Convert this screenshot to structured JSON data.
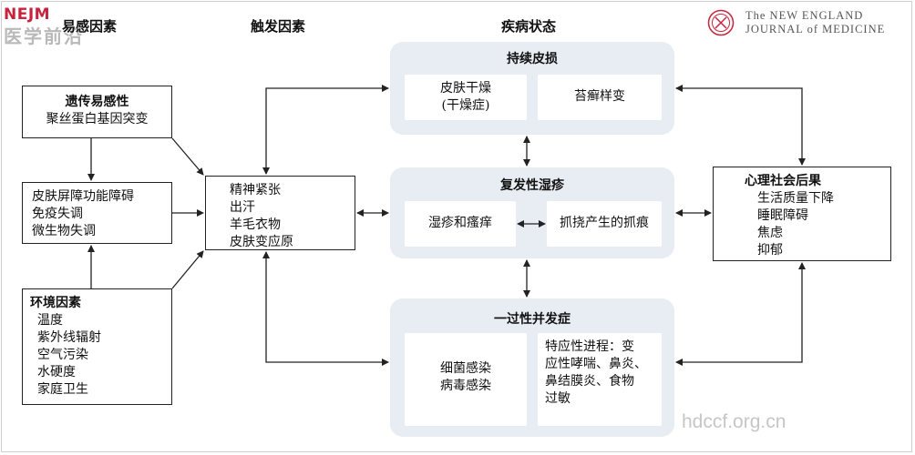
{
  "branding": {
    "logo_top": "NEJM",
    "logo_bottom": "医学前沿",
    "journal_line1": "The NEW ENGLAND",
    "journal_line2": "JOURNAL of MEDICINE",
    "watermark": "hdccf.org.cn"
  },
  "headers": {
    "predisposing": "易感因素",
    "triggers": "触发因素",
    "disease_states": "疾病状态"
  },
  "genetic": {
    "title": "遗传易感性",
    "item": "聚丝蛋白基因突变"
  },
  "barrier": {
    "items": [
      "皮肤屏障功能障碍",
      "免疫失调",
      "微生物失调"
    ]
  },
  "environment": {
    "title": "环境因素",
    "items": [
      "温度",
      "紫外线辐射",
      "空气污染",
      "水硬度",
      "家庭卫生"
    ]
  },
  "triggers_box": {
    "items": [
      "精神紧张",
      "出汗",
      "羊毛衣物",
      "皮肤变应原"
    ]
  },
  "persistent": {
    "title": "持续皮损",
    "left_lines": [
      "皮肤干燥",
      "(干燥症)"
    ],
    "right": "苔癣样变"
  },
  "relapsing": {
    "title": "复发性湿疹",
    "left": "湿疹和瘙痒",
    "right": "抓挠产生的抓痕"
  },
  "complications": {
    "title": "一过性并发症",
    "left_lines": [
      "细菌感染",
      "病毒感染"
    ],
    "right_lines": [
      "特应性进程：变",
      "应性哮喘、鼻炎、",
      "鼻结膜炎、食物",
      "过敏"
    ]
  },
  "psychosocial": {
    "title": "心理社会后果",
    "items": [
      "生活质量下降",
      "睡眠障碍",
      "焦虑",
      "抑郁"
    ]
  },
  "colors": {
    "group_bg": "#e8edf3",
    "line": "#222222",
    "nejm_red": "#c8233c"
  }
}
